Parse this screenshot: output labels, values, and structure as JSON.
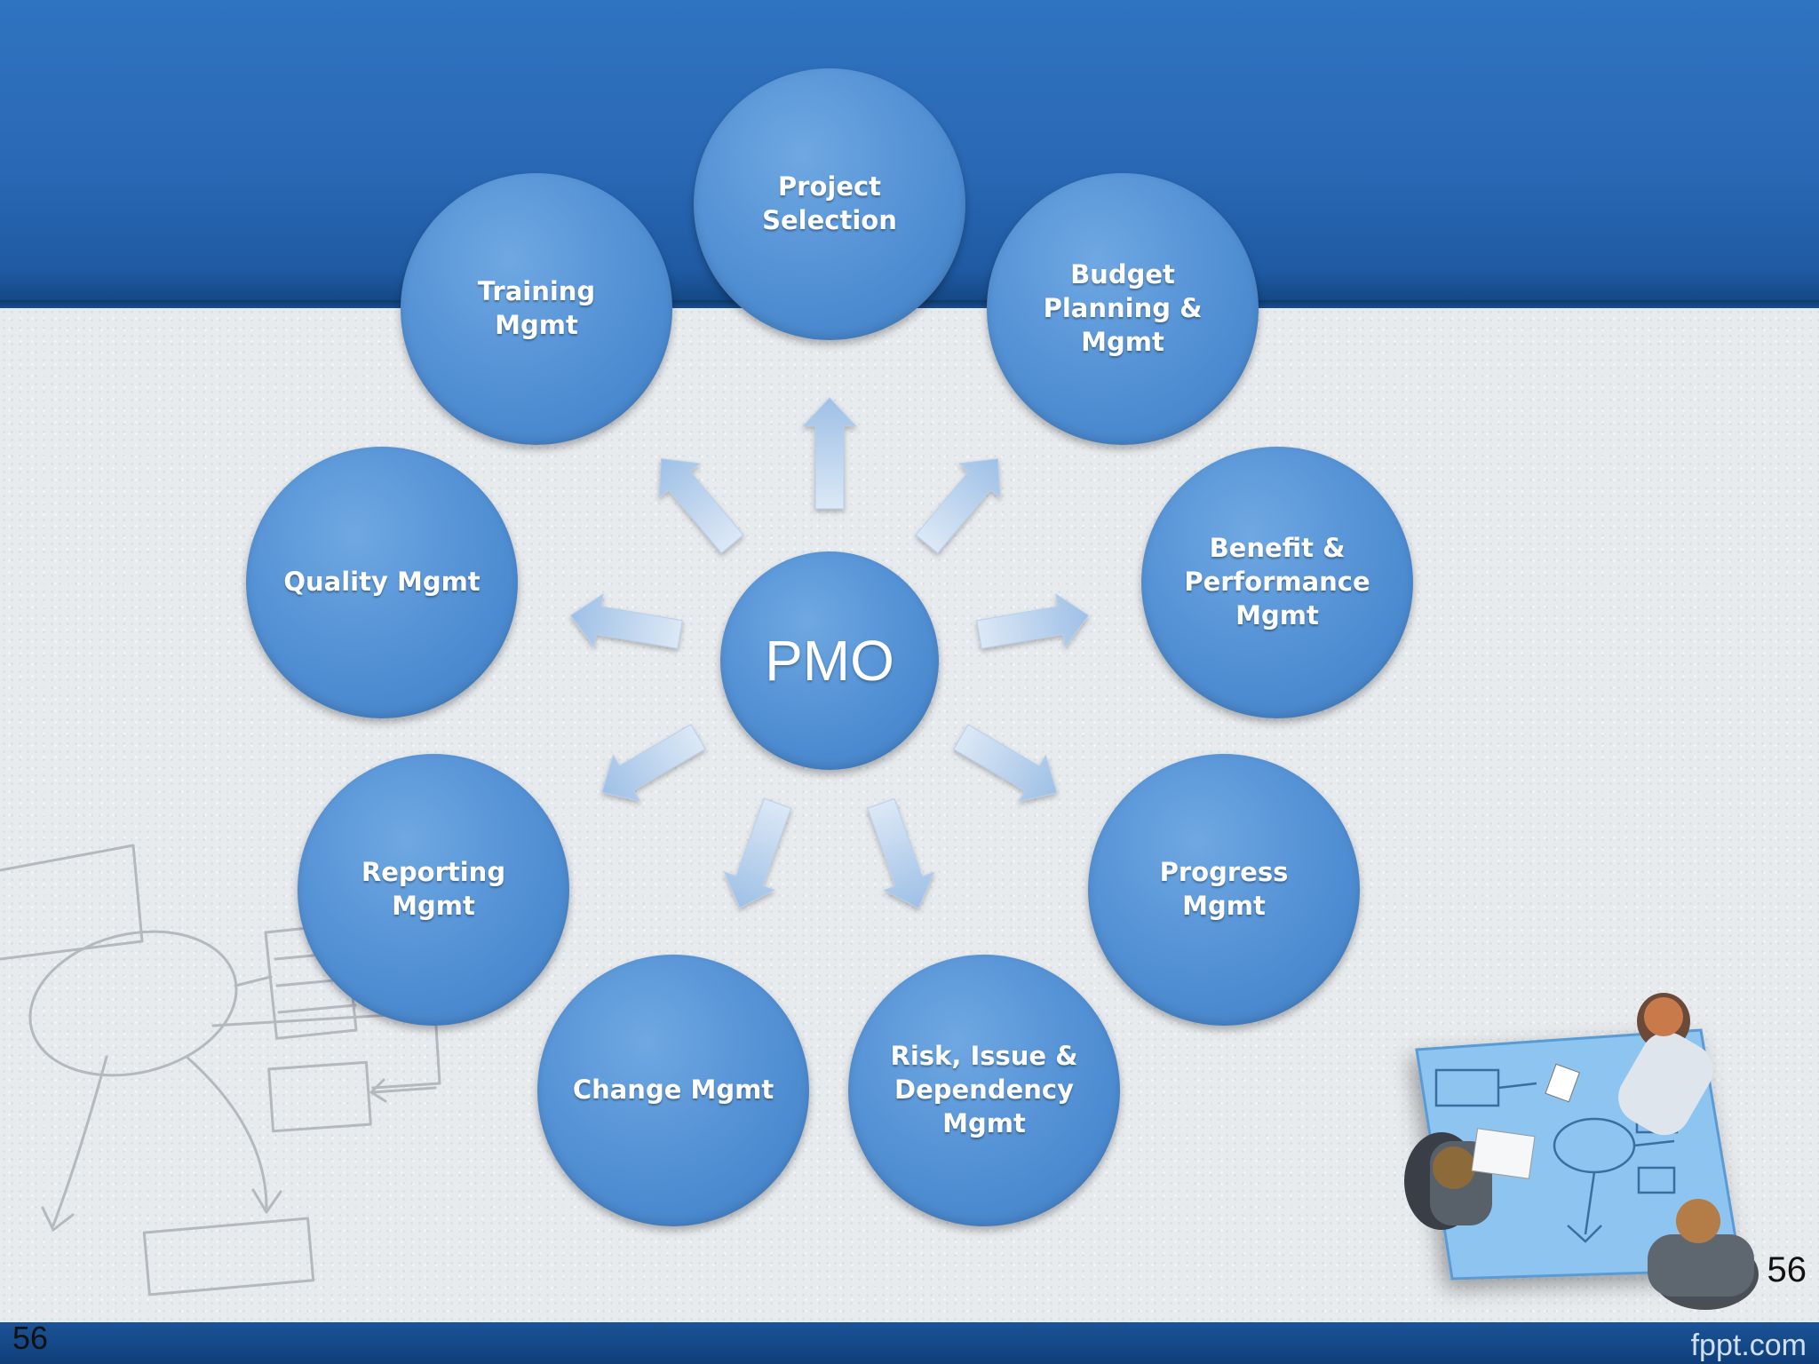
{
  "diagram": {
    "hub": {
      "label": "PMO"
    },
    "nodes": [
      {
        "id": "project-selection",
        "label": "Project\nSelection"
      },
      {
        "id": "budget-planning",
        "label": "Budget\nPlanning &\nMgmt"
      },
      {
        "id": "benefit-performance",
        "label": "Benefit &\nPerformance\nMgmt"
      },
      {
        "id": "progress",
        "label": "Progress\nMgmt"
      },
      {
        "id": "risk-issue-dependency",
        "label": "Risk, Issue &\nDependency\nMgmt"
      },
      {
        "id": "change",
        "label": "Change Mgmt"
      },
      {
        "id": "reporting",
        "label": "Reporting\nMgmt"
      },
      {
        "id": "quality",
        "label": "Quality Mgmt"
      },
      {
        "id": "training",
        "label": "Training\nMgmt"
      }
    ]
  },
  "slide": {
    "page_number": "56",
    "brand": "fppt.com"
  },
  "colors": {
    "header": "#2a68b5",
    "node": "#5693d6",
    "footer": "#1b5397"
  }
}
